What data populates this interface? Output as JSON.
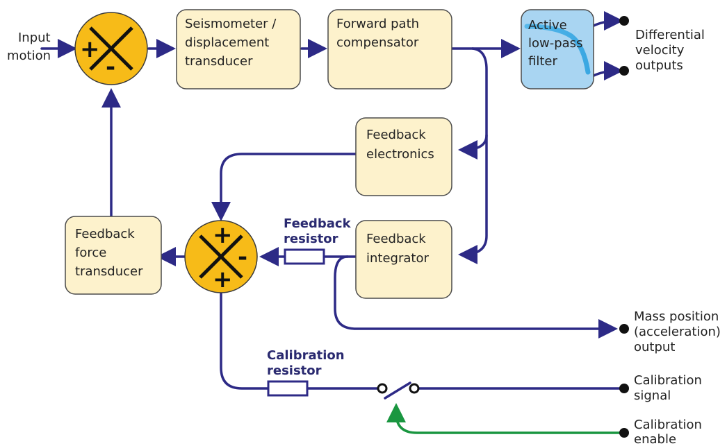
{
  "diagram": {
    "input_label": [
      "Input",
      "motion"
    ],
    "blocks": {
      "seismometer": [
        "Seismometer /",
        "displacement",
        "transducer"
      ],
      "forward": [
        "Forward path",
        "compensator"
      ],
      "filter": [
        "Active",
        "low-pass",
        "filter"
      ],
      "fb_electronics": [
        "Feedback",
        "electronics"
      ],
      "fb_force": [
        "Feedback",
        "force",
        "transducer"
      ],
      "fb_integrator": [
        "Feedback",
        "integrator"
      ]
    },
    "summing_top": {
      "signs": [
        "+",
        "-"
      ]
    },
    "summing_bottom": {
      "signs": [
        "+",
        "-",
        "+"
      ]
    },
    "outputs": {
      "velocity": [
        "Differential",
        "velocity",
        "outputs"
      ],
      "mass": [
        "Mass position",
        "(acceleration)",
        "output"
      ],
      "cal_signal": [
        "Calibration",
        "signal"
      ],
      "cal_enable": [
        "Calibration",
        "enable"
      ]
    },
    "resistors": {
      "feedback": [
        "Feedback",
        "resistor"
      ],
      "calibration": [
        "Calibration",
        "resistor"
      ]
    },
    "colors": {
      "wire": "#2d2a86",
      "enable_wire": "#1a9640",
      "block_fill": "#fdf2cc",
      "filter_fill": "#a9d5f2",
      "summing_fill": "#f7bb18"
    }
  }
}
